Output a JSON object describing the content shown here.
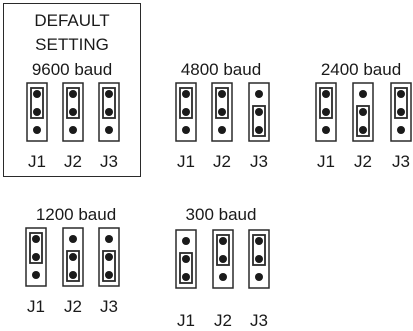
{
  "default_box": {
    "line1": "DEFAULT",
    "line2": "SETTING"
  },
  "configs": [
    {
      "baud": "9600 baud",
      "is_default": true,
      "jumpers": [
        {
          "label": "J1",
          "jumper": "top"
        },
        {
          "label": "J2",
          "jumper": "top"
        },
        {
          "label": "J3",
          "jumper": "top"
        }
      ]
    },
    {
      "baud": "4800 baud",
      "is_default": false,
      "jumpers": [
        {
          "label": "J1",
          "jumper": "top"
        },
        {
          "label": "J2",
          "jumper": "top"
        },
        {
          "label": "J3",
          "jumper": "bottom"
        }
      ]
    },
    {
      "baud": "2400 baud",
      "is_default": false,
      "jumpers": [
        {
          "label": "J1",
          "jumper": "top"
        },
        {
          "label": "J2",
          "jumper": "bottom"
        },
        {
          "label": "J3",
          "jumper": "top"
        }
      ]
    },
    {
      "baud": "1200 baud",
      "is_default": false,
      "jumpers": [
        {
          "label": "J1",
          "jumper": "top"
        },
        {
          "label": "J2",
          "jumper": "bottom"
        },
        {
          "label": "J3",
          "jumper": "bottom"
        }
      ]
    },
    {
      "baud": "300 baud",
      "is_default": false,
      "jumpers": [
        {
          "label": "J1",
          "jumper": "bottom"
        },
        {
          "label": "J2",
          "jumper": "top"
        },
        {
          "label": "J3",
          "jumper": "top"
        }
      ]
    }
  ],
  "colors": {
    "line": "#2a2a2a",
    "pin": "#1a1a1a",
    "background": "#ffffff"
  }
}
